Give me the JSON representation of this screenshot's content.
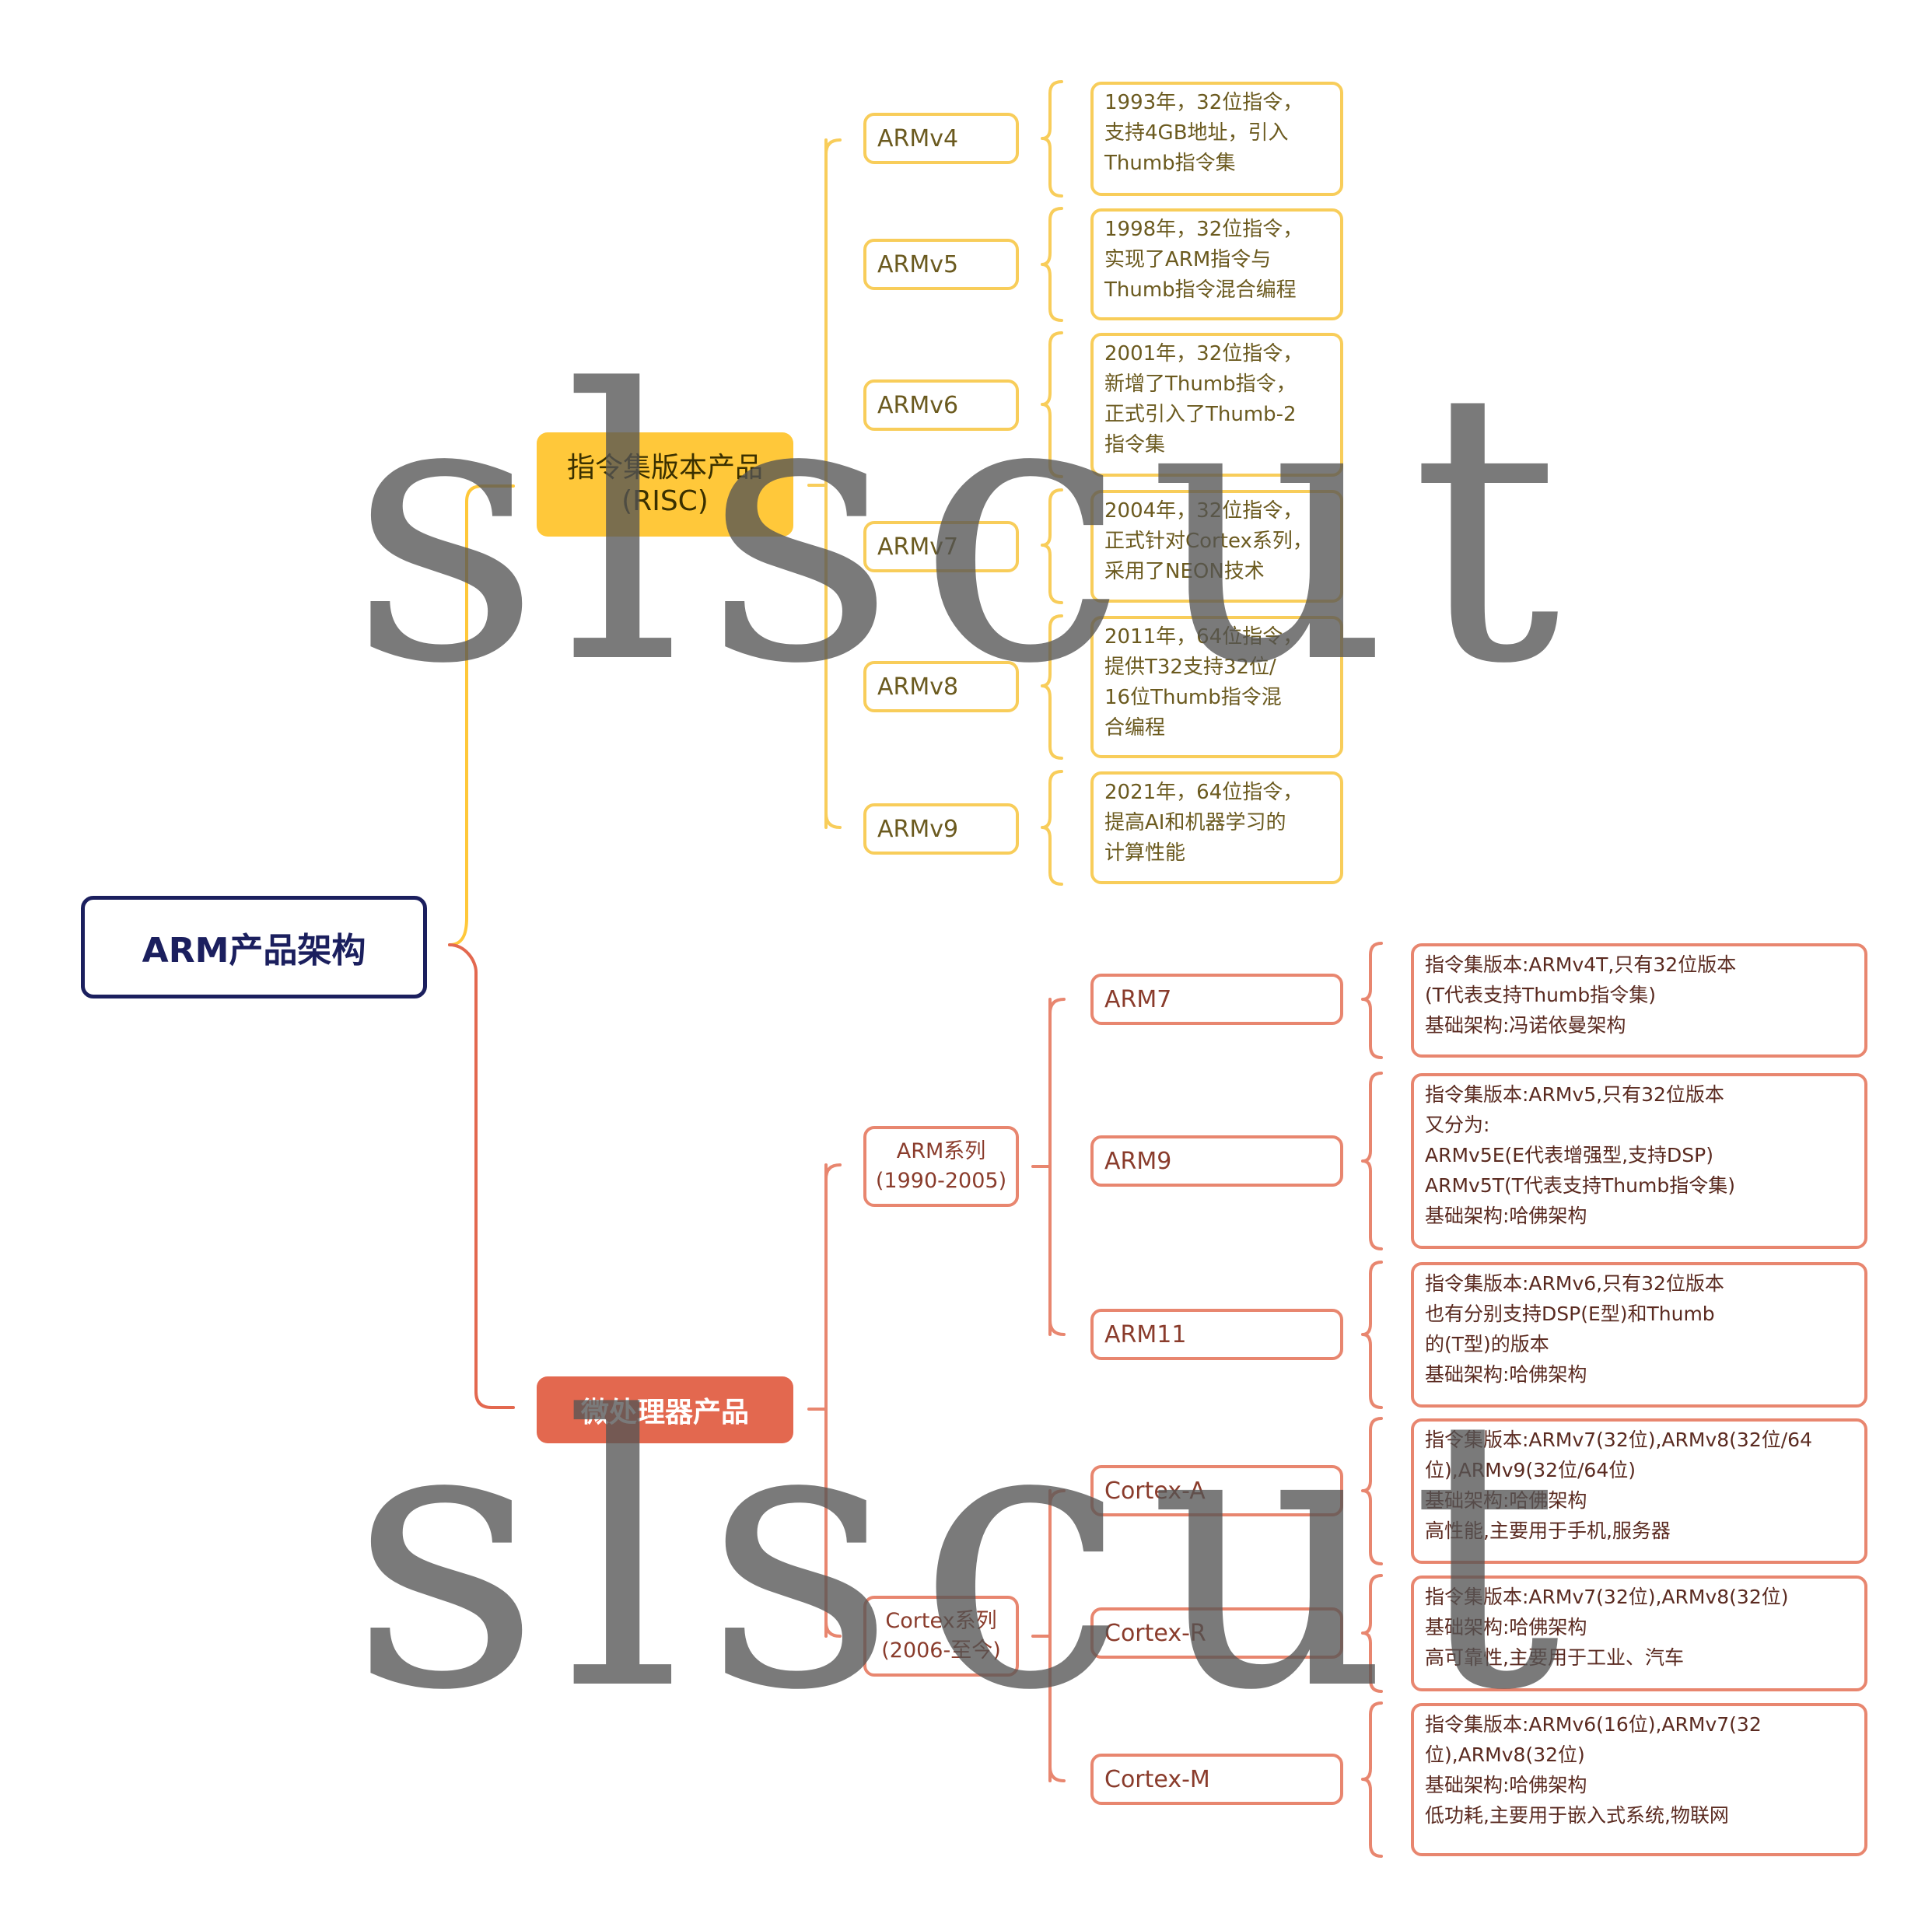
{
  "root": {
    "label": "ARM产品架构"
  },
  "branches": [
    {
      "label_lines": [
        "指令集版本产品",
        "(RISC)"
      ],
      "color": "#ffc83a",
      "versions": [
        {
          "label": "ARMv4",
          "desc_lines": [
            "1993年，32位指令，",
            "支持4GB地址，引入",
            "Thumb指令集"
          ]
        },
        {
          "label": "ARMv5",
          "desc_lines": [
            "1998年，32位指令，",
            "实现了ARM指令与",
            "Thumb指令混合编程"
          ]
        },
        {
          "label": "ARMv6",
          "desc_lines": [
            "2001年，32位指令，",
            "新增了Thumb指令，",
            "正式引入了Thumb-2",
            "指令集"
          ]
        },
        {
          "label": "ARMv7",
          "desc_lines": [
            "2004年，32位指令，",
            "正式针对Cortex系列，",
            "采用了NEON技术"
          ]
        },
        {
          "label": "ARMv8",
          "desc_lines": [
            "2011年，64位指令，",
            "提供T32支持32位/",
            "16位Thumb指令混",
            "合编程"
          ]
        },
        {
          "label": "ARMv9",
          "desc_lines": [
            "2021年，64位指令，",
            "提高AI和机器学习的",
            "计算性能"
          ]
        }
      ]
    },
    {
      "label_lines": [
        "微处理器产品"
      ],
      "color": "#e3684f",
      "series": [
        {
          "label_lines": [
            "ARM系列",
            "(1990-2005)"
          ],
          "chips": [
            {
              "label": "ARM7",
              "desc_lines": [
                "指令集版本:ARMv4T,只有32位版本",
                "(T代表支持Thumb指令集)",
                "基础架构:冯诺依曼架构"
              ]
            },
            {
              "label": "ARM9",
              "desc_lines": [
                "指令集版本:ARMv5,只有32位版本",
                "又分为:",
                "ARMv5E(E代表增强型,支持DSP)",
                "ARMv5T(T代表支持Thumb指令集)",
                "基础架构:哈佛架构"
              ]
            },
            {
              "label": "ARM11",
              "desc_lines": [
                "指令集版本:ARMv6,只有32位版本",
                "也有分别支持DSP(E型)和Thumb",
                "的(T型)的版本",
                "基础架构:哈佛架构"
              ]
            }
          ]
        },
        {
          "label_lines": [
            "Cortex系列",
            "(2006-至今)"
          ],
          "chips": [
            {
              "label": "Cortex-A",
              "desc_lines": [
                "指令集版本:ARMv7(32位),ARMv8(32位/64",
                "位),ARMv9(32位/64位)",
                "基础架构:哈佛架构",
                "高性能,主要用于手机,服务器"
              ]
            },
            {
              "label": "Cortex-R",
              "desc_lines": [
                "指令集版本:ARMv7(32位),ARMv8(32位)",
                "基础架构:哈佛架构",
                "高可靠性,主要用于工业、汽车"
              ]
            },
            {
              "label": "Cortex-M",
              "desc_lines": [
                "指令集版本:ARMv6(16位),ARMv7(32",
                "位),ARMv8(32位)",
                "基础架构:哈佛架构",
                "低功耗,主要用于嵌入式系统,物联网"
              ]
            }
          ]
        }
      ]
    }
  ],
  "watermark": "slscut"
}
